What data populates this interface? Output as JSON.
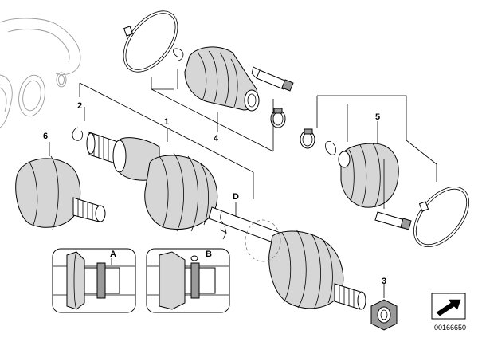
{
  "callouts": {
    "c1": "1",
    "c2": "2",
    "c3": "3",
    "c4": "4",
    "c5": "5",
    "c6": "6",
    "cD": "D"
  },
  "details": {
    "a": "A",
    "b": "B"
  },
  "document_number": "00166650",
  "icons": {
    "direction": "arrow-icon"
  }
}
